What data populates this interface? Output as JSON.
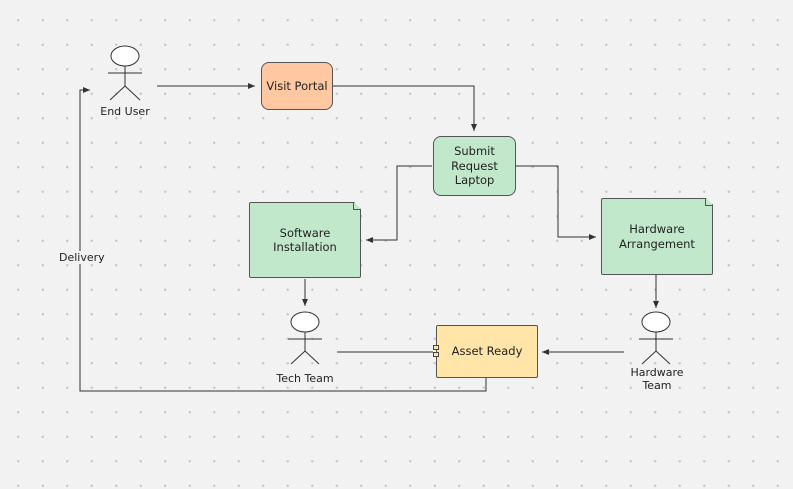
{
  "colors": {
    "portal_fill": "#ffc8a2",
    "green_fill": "#c2e8cc",
    "yellow_fill": "#ffe6a8",
    "line": "#333333"
  },
  "actors": {
    "end_user": "End User",
    "tech_team": "Tech Team",
    "hardware_team": "Hardware\nTeam"
  },
  "nodes": {
    "visit_portal": "Visit Portal",
    "submit_request": "Submit\nRequest\nLaptop",
    "software_installation": "Software\nInstallation",
    "hardware_arrangement": "Hardware\nArrangement",
    "asset_ready": "Asset Ready"
  },
  "edge_labels": {
    "delivery": "Delivery"
  }
}
